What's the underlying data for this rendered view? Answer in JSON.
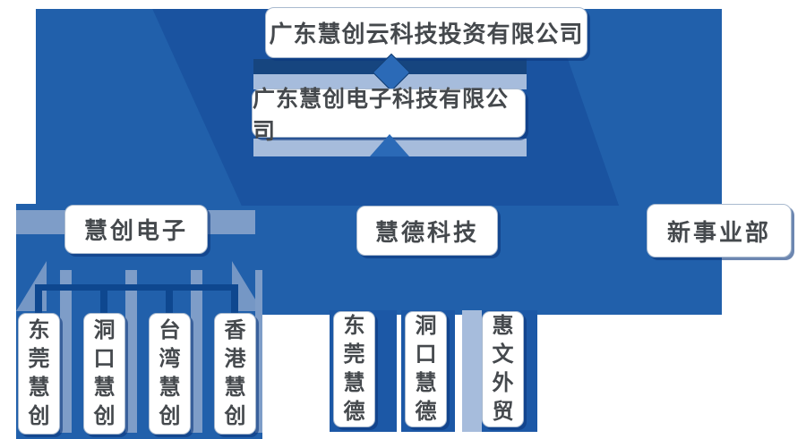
{
  "org": {
    "level1": "广东慧创云科技投资有限公司",
    "level2": "广东慧创电子科技有限公司",
    "divisions": [
      "慧创电子",
      "慧德科技",
      "新事业部"
    ],
    "huichuang_subs": [
      "东莞慧创",
      "洞口慧创",
      "台湾慧创",
      "香港慧创"
    ],
    "huide_subs": [
      "东莞慧德",
      "洞口慧德",
      "惠文外贸"
    ]
  },
  "colors": {
    "panel": "#2160ab",
    "panel_dark": "#1a53a0",
    "column": "#1c58a6",
    "accent_light": "#a6bcdc",
    "accent_mid": "#7e9dc8",
    "connector": "#0e478f",
    "connector_dark": "#16457f",
    "diamond": "#2b6ab7",
    "node_text": "#45494d",
    "shadow": "#0d3e84"
  }
}
